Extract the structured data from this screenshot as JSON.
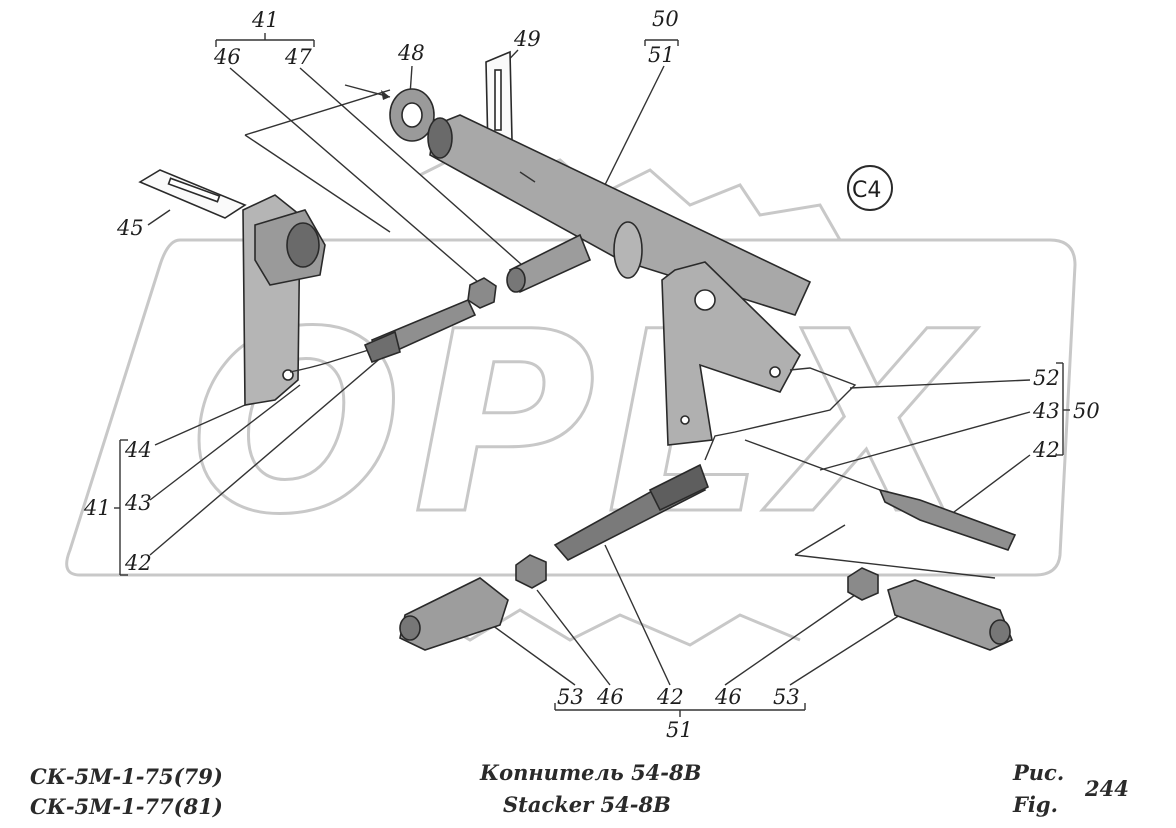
{
  "labels": {
    "l41_top": "41",
    "l46_top": "46",
    "l47_top": "47",
    "l48": "48",
    "l49": "49",
    "l50_top": "50",
    "l51_top": "51",
    "l45": "45",
    "l44": "44",
    "l43_left": "43",
    "l42_left": "42",
    "l41_left": "41",
    "l52": "52",
    "l43_right": "43",
    "l50_right": "50",
    "l42_right": "42",
    "b53a": "53",
    "b46a": "46",
    "b42": "42",
    "b46b": "46",
    "b53b": "53",
    "b51": "51"
  },
  "badge": "C4",
  "watermark": "OPLX",
  "footer": {
    "model1": "СК-5М-1-75(79)",
    "model2": "СК-5М-1-77(81)",
    "title_ru": "Копнитель 54-8В",
    "title_en": "Stacker 54-8B",
    "fig_ru": "Рис.",
    "fig_en": "Fig.",
    "fig_num": "244"
  },
  "colors": {
    "ink": "#2a2a2a",
    "watermark": "#c8c8c8",
    "shade": "#9a9a9a"
  }
}
